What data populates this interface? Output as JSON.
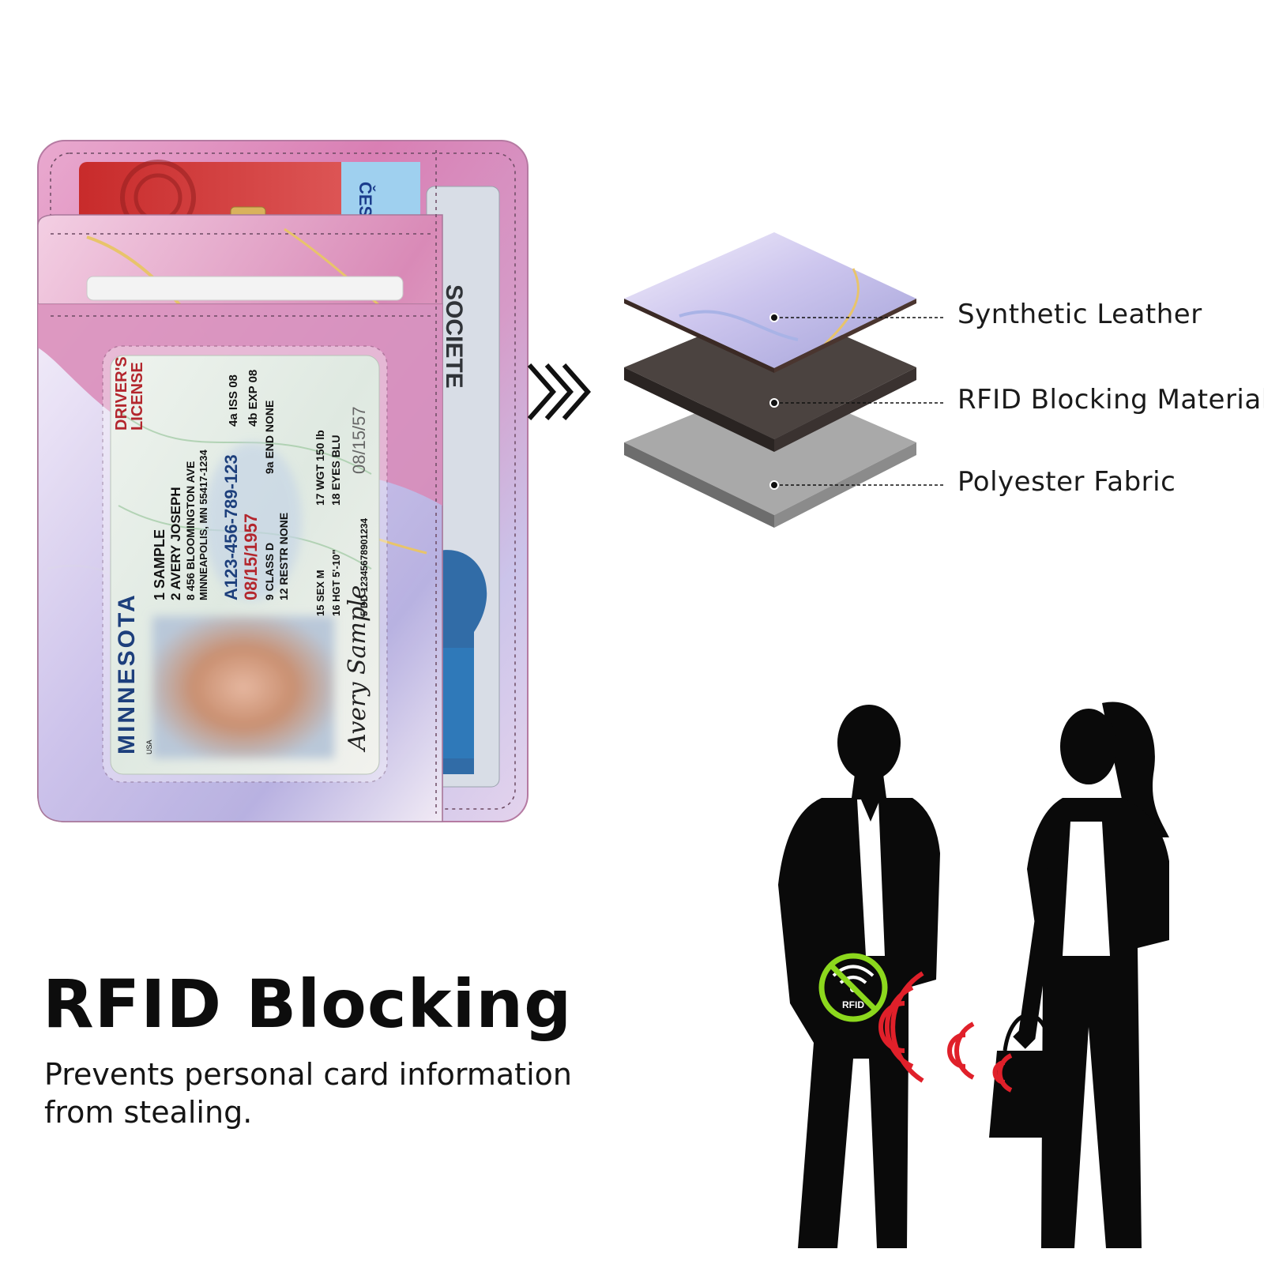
{
  "layers": {
    "synthetic_leather": "Synthetic Leather",
    "rfid_material": "RFID Blocking Material",
    "polyester_fabric": "Polyester Fabric"
  },
  "headline": "RFID Blocking",
  "subheadline": "Prevents personal card information from stealing.",
  "badge_text": "RFID",
  "license": {
    "state": "MINNESOTA",
    "type_line1": "DRIVER'S",
    "type_line2": "LICENSE",
    "country": "USA",
    "name_last": "1 SAMPLE",
    "name_first": "2 AVERY JOSEPH",
    "address1": "8 456 BLOOMINGTON AVE",
    "address2": "MINNEAPOLIS, MN 55417-1234",
    "dl_number": "A123-456-789-123",
    "dob": "08/15/1957",
    "class": "9 CLASS D",
    "restrictions": "12 RESTR NONE",
    "endorsements": "9a END NONE",
    "iss": "4a ISS 08",
    "exp": "4b EXP 08",
    "weight": "17 WGT 150 lb",
    "eyes": "18 EYES BLU",
    "sex": "15 SEX M",
    "height": "16 HGT 5'-10\"",
    "dd": "5 DD 12345678901234",
    "signature": "Avery Sample",
    "side_date": "08/15/57"
  },
  "cards": {
    "top_bank_text": "ČES SPO",
    "right_card_text": "SOCIETE"
  },
  "colors": {
    "wallet_pink": "#d98ab7",
    "wallet_lavender": "#c9c2e6",
    "gold_vein": "#e8c46a",
    "signal_red": "#e0202a",
    "badge_green": "#8cd81d"
  }
}
